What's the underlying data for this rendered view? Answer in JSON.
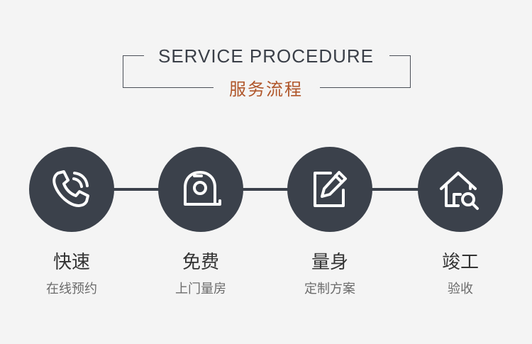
{
  "header": {
    "title_en": "SERVICE PROCEDURE",
    "title_zh": "服务流程"
  },
  "steps": [
    {
      "icon": "phone-call-icon",
      "title": "快速",
      "subtitle": "在线预约"
    },
    {
      "icon": "tape-measure-icon",
      "title": "免费",
      "subtitle": "上门量房"
    },
    {
      "icon": "edit-document-icon",
      "title": "量身",
      "subtitle": "定制方案"
    },
    {
      "icon": "house-search-icon",
      "title": "竣工",
      "subtitle": "验收"
    }
  ],
  "colors": {
    "circle": "#3b414b",
    "accent": "#b0562a",
    "background": "#f4f4f4"
  }
}
